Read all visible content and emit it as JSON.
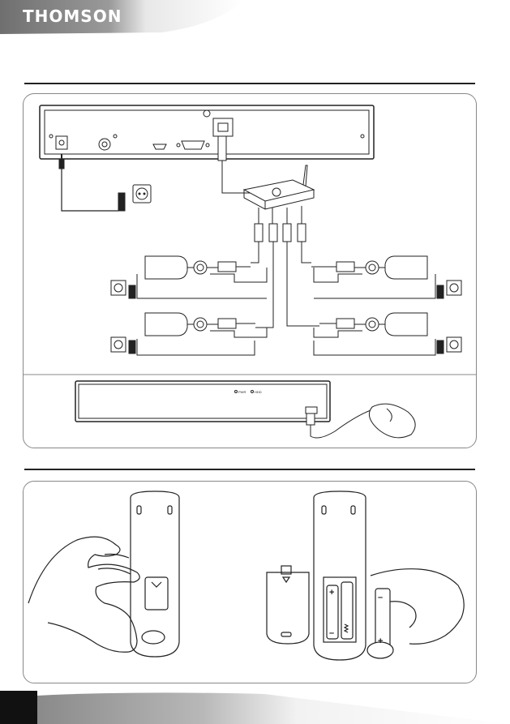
{
  "brand": {
    "name": "THOMSON"
  },
  "nvr_front": {
    "pwr_label": "PWR",
    "hdd_label": "HDD"
  },
  "colors": {
    "header_gray": "#7a7a7a",
    "footer_black": "#111111",
    "rule": "#222222",
    "panel_border": "#888888",
    "line_art": "#222222"
  },
  "battery": {
    "plus": "+",
    "minus": "–"
  }
}
